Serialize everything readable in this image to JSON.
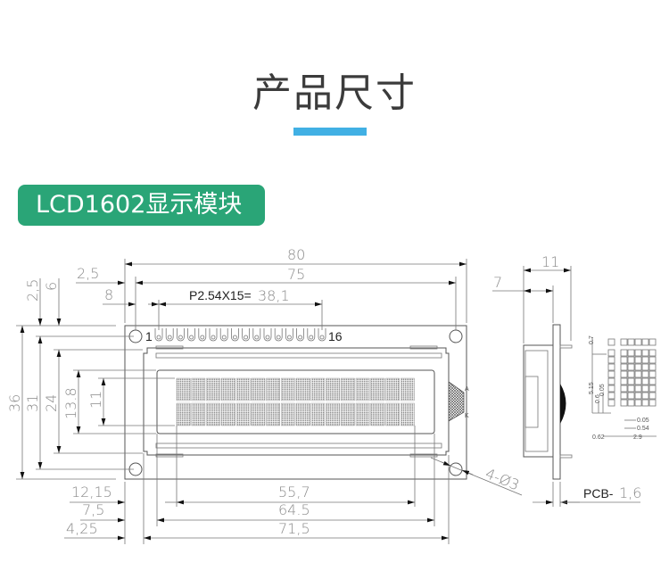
{
  "header": {
    "title": "产品尺寸",
    "accent_color": "#41b0e4"
  },
  "badge": {
    "label": "LCD1602显示模块",
    "color": "#2aa577"
  },
  "drawing": {
    "top_dims": {
      "overall_width": "80",
      "hole_spacing": "75",
      "hole_offset": "2,5",
      "pin_offset": "8",
      "pin_pitch_label": "P2.54X15=",
      "pin_pitch_value": "38,1"
    },
    "left_dims": {
      "overall_height": "36",
      "hole_spacing_v": "31",
      "bezel_height": "24",
      "view_height": "13.8",
      "char_height": "11",
      "hole_offset_v": "2,5",
      "bezel_offset_v": "6"
    },
    "bottom_dims": {
      "char_offset": "12,15",
      "char_width": "55,7",
      "view_offset": "7,5",
      "view_width": "64.5",
      "bezel_offset": "4,25",
      "bezel_width": "71,5"
    },
    "pins": {
      "first": "1",
      "last": "16",
      "count": 16
    },
    "holes": "4-Ø3",
    "side": {
      "depth": "11",
      "body_depth": "7",
      "pcb_label": "PCB-",
      "pcb_value": "1,6"
    },
    "char_detail": {
      "top": "0.7",
      "height": "5.15",
      "dot": "0.6",
      "gap": "0.05",
      "dot_gap": "0.05",
      "dot_w": "0.54",
      "col_offset": "0.62",
      "width": "2.9"
    },
    "backlight_labels": [
      "A",
      "K"
    ]
  }
}
